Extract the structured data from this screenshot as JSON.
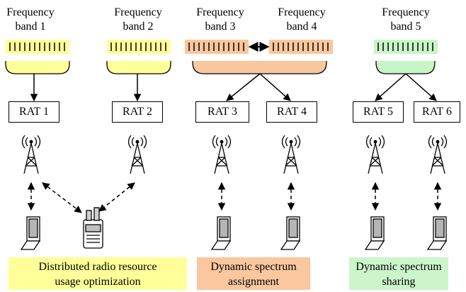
{
  "bands": [
    {
      "line1": "Frequency",
      "line2": "band 1"
    },
    {
      "line1": "Frequency",
      "line2": "band 2"
    },
    {
      "line1": "Frequency",
      "line2": "band 3"
    },
    {
      "line1": "Frequency",
      "line2": "band 4"
    },
    {
      "line1": "Frequency",
      "line2": "band 5"
    }
  ],
  "rats": [
    "RAT 1",
    "RAT 2",
    "RAT 3",
    "RAT 4",
    "RAT 5",
    "RAT 6"
  ],
  "captions": [
    {
      "line1": "Distributed radio resource",
      "line2": "usage optimization"
    },
    {
      "line1": "Dynamic spectrum",
      "line2": "assignment"
    },
    {
      "line1": "Dynamic spectrum",
      "line2": "sharing"
    }
  ],
  "colors": {
    "yellow": "#ffff99",
    "orange": "#f9c79d",
    "green": "#c8f5c8",
    "yellow_caption": "#ffff99",
    "orange_caption": "#fbc79f",
    "green_caption": "#ccf5cc"
  },
  "icons": [
    "antenna-tower-icon",
    "laptop-icon",
    "multi-mode-terminal-icon"
  ]
}
